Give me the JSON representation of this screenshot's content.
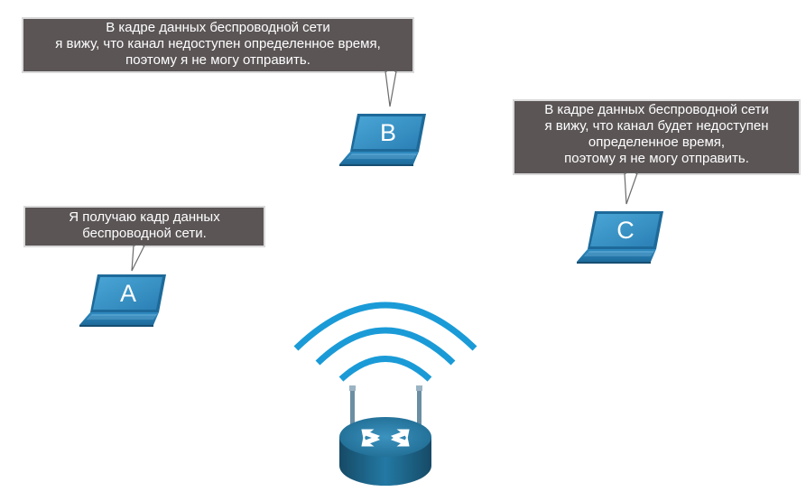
{
  "bubbles": {
    "b": {
      "lines": [
        "В кадре данных беспроводной сети",
        "я вижу, что канал недоступен определенное время,",
        "поэтому я не могу отправить."
      ]
    },
    "c": {
      "lines": [
        "В кадре данных беспроводной сети",
        "я вижу, что канал будет недоступен",
        "определенное время,",
        "поэтому я не могу отправить."
      ]
    },
    "a": {
      "lines": [
        "Я получаю кадр данных",
        "беспроводной сети."
      ]
    }
  },
  "laptops": {
    "a": {
      "label": "A"
    },
    "b": {
      "label": "B"
    },
    "c": {
      "label": "C"
    }
  },
  "colors": {
    "bubble_bg": "#5b5556",
    "bubble_text": "#ffffff",
    "laptop_blue": "#2a7fb4",
    "wifi_waves": "#1a9bd7",
    "router_dark": "#1e5d7e"
  },
  "icons": {
    "laptop": "laptop-icon",
    "router": "wireless-router-icon",
    "wifi": "wifi-signal-icon"
  }
}
